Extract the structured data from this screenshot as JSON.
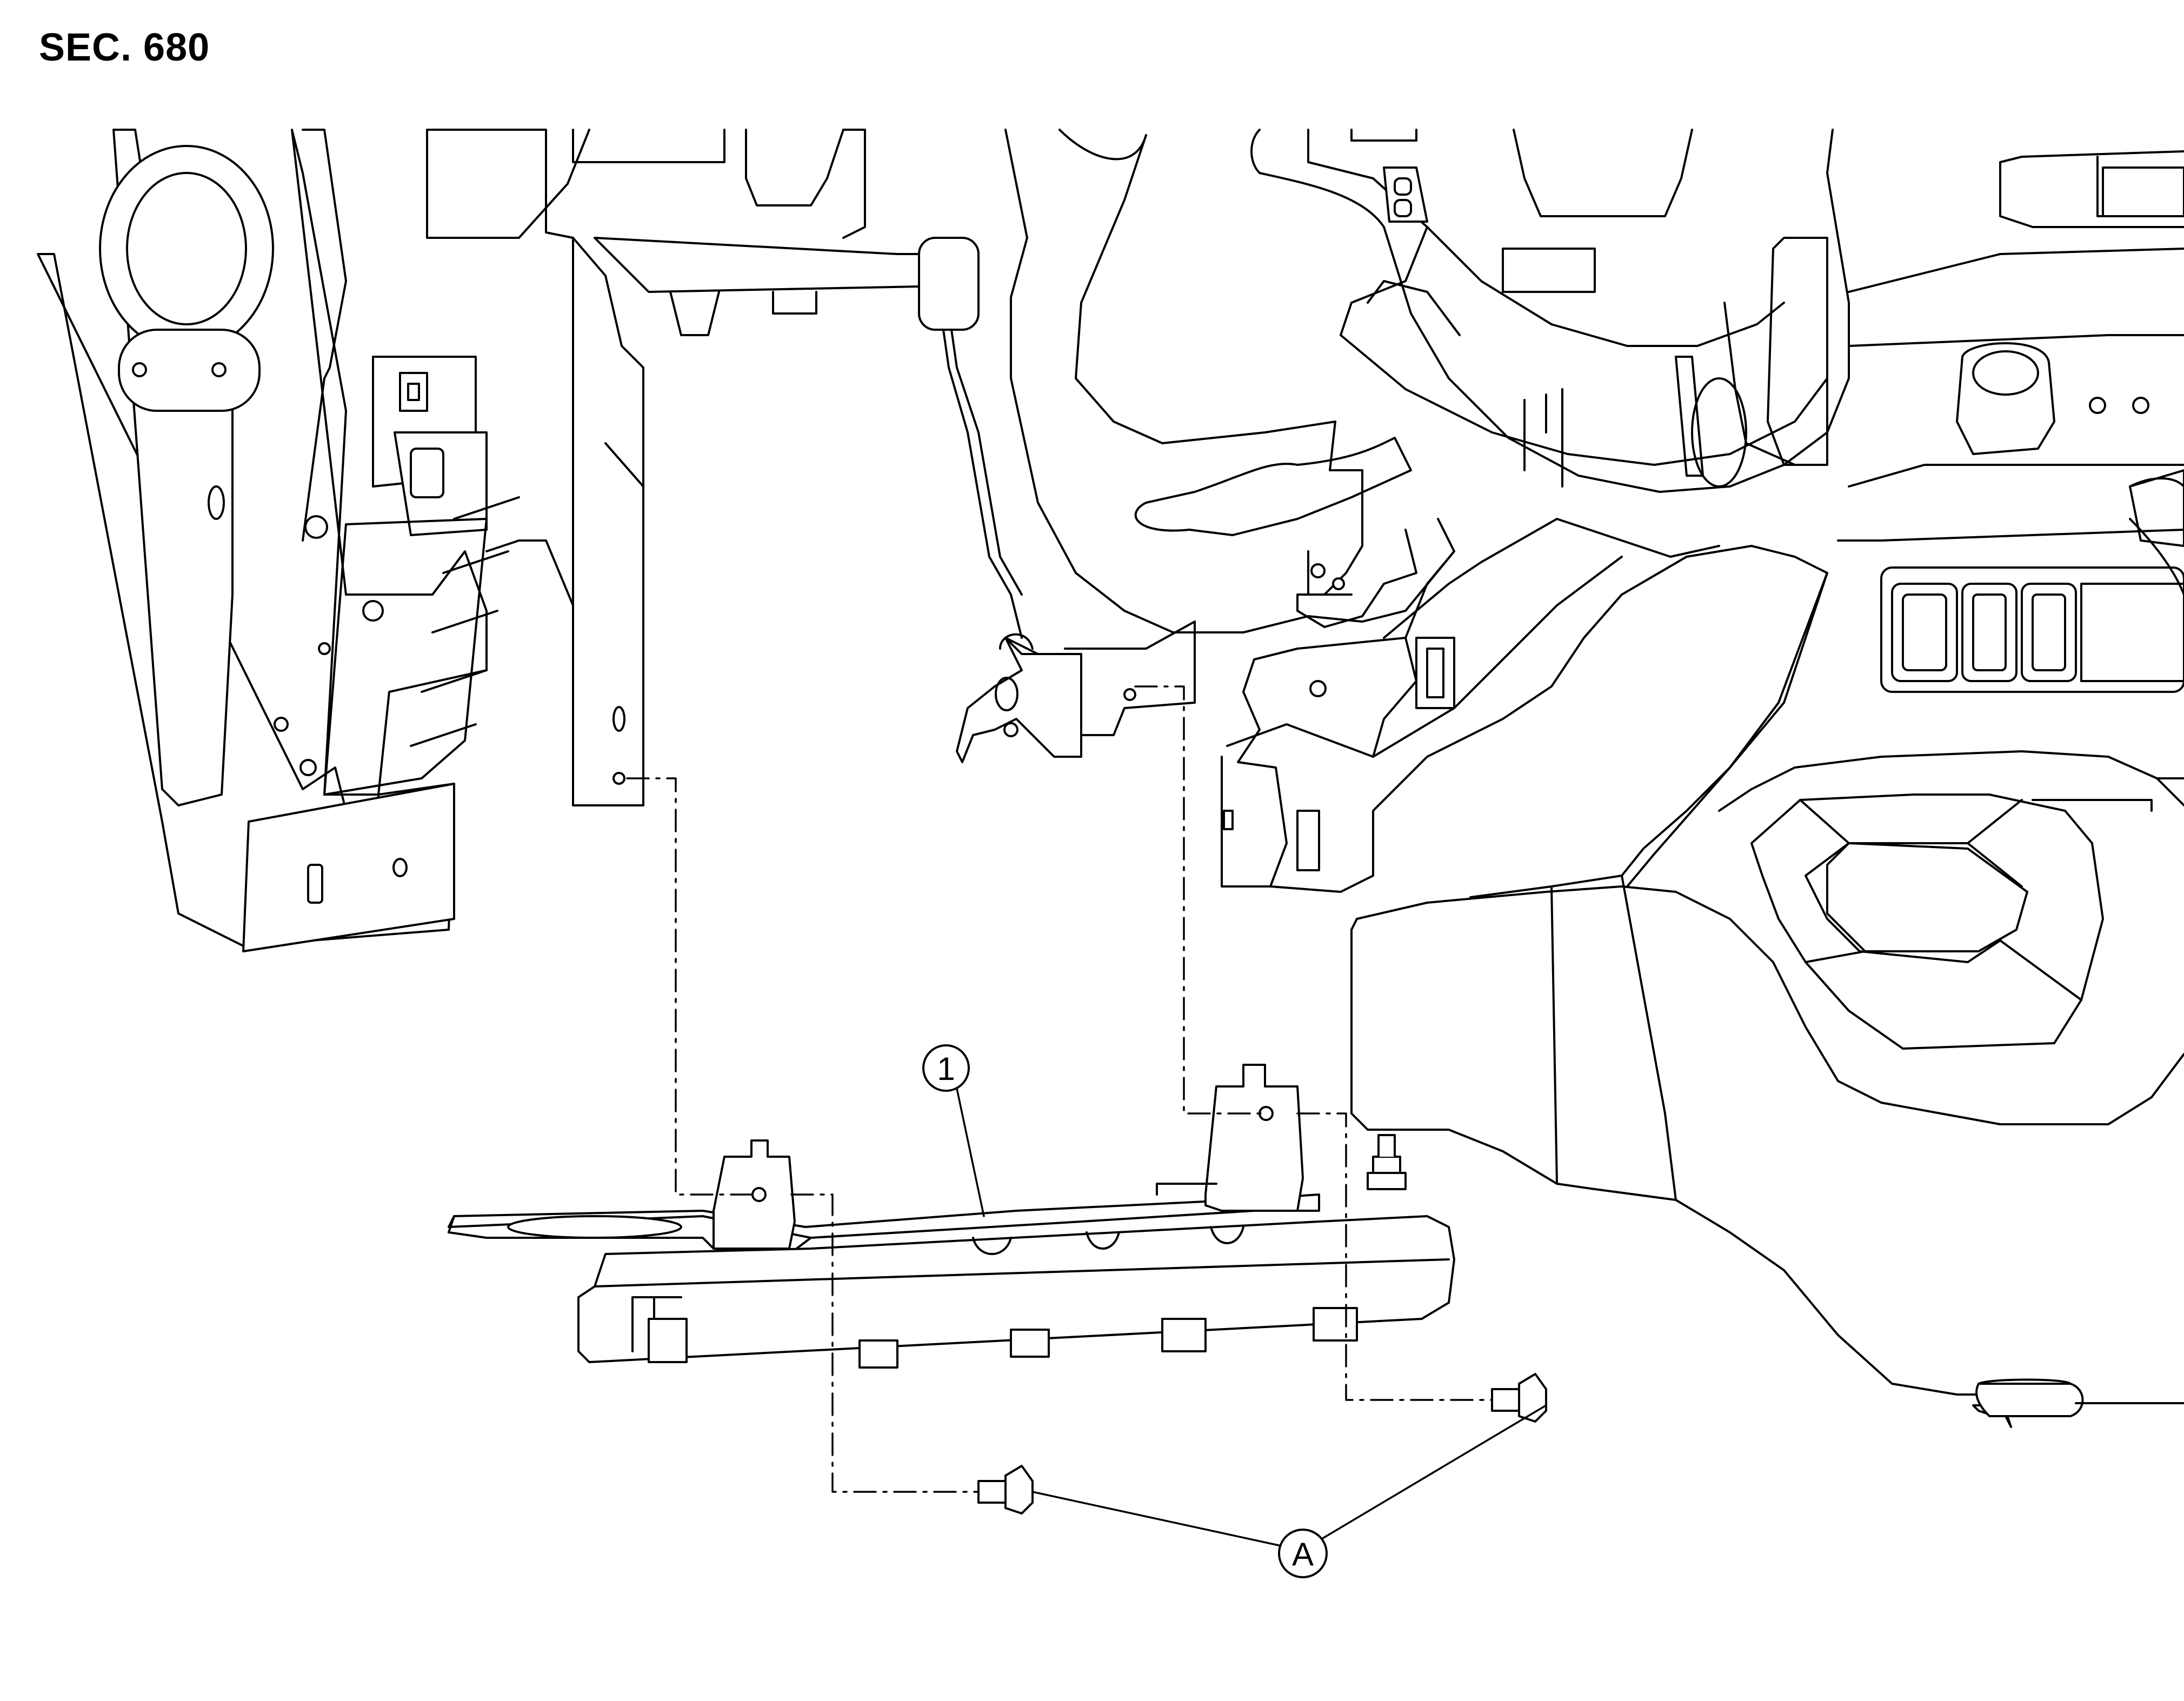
{
  "diagram": {
    "section_label": "SEC. 680",
    "callouts": [
      {
        "id": "callout-1",
        "label": "1"
      },
      {
        "id": "callout-a",
        "label": "A"
      }
    ]
  },
  "colors": {
    "line": "#000000",
    "background": "#ffffff"
  }
}
